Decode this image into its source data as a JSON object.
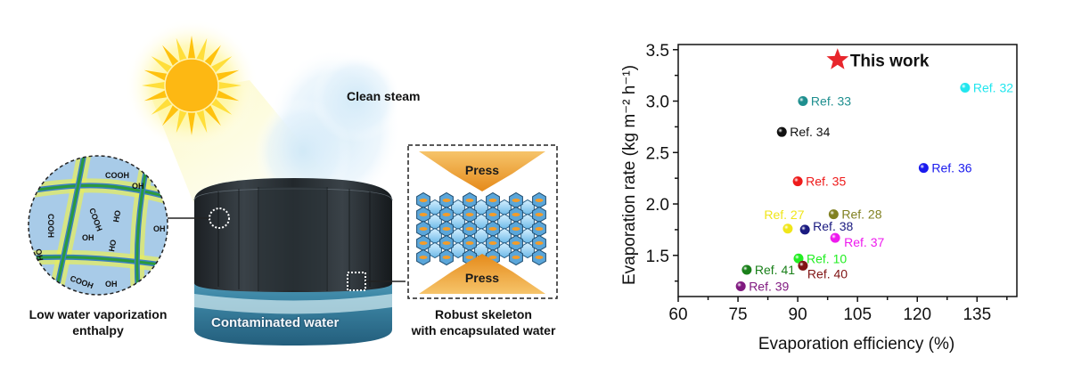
{
  "illustration": {
    "sun_icon": "sun-icon",
    "steam_label": "Clean steam",
    "water_label": "Contaminated water",
    "left_caption": [
      "Low water vaporization",
      "enthalpy"
    ],
    "right_caption": [
      "Robust skeleton",
      "with encapsulated water"
    ],
    "press_top": "Press",
    "press_bottom": "Press",
    "chem_groups": [
      "COOH",
      "OH",
      "COOH",
      "COOH",
      "OH",
      "OH",
      "HO",
      "OH",
      "HO",
      "COOH",
      "OH",
      "OH"
    ]
  },
  "chart_data": {
    "type": "scatter",
    "title": "",
    "xlabel": "Evaporation efficiency  (%)",
    "ylabel": "Evaporation rate (kg m⁻² h⁻¹)",
    "xlim": [
      60,
      145
    ],
    "ylim": [
      1.1,
      3.55
    ],
    "xticks": [
      60,
      75,
      90,
      105,
      120,
      135
    ],
    "xtick_labels": [
      "60",
      "75",
      "90",
      "105",
      "120",
      "135"
    ],
    "yticks": [
      1.5,
      2.0,
      2.5,
      3.0,
      3.5
    ],
    "ytick_labels": [
      "1.5",
      "2.0",
      "2.5",
      "3.0",
      "3.5"
    ],
    "grid": false,
    "highlight": {
      "label": "This work",
      "x": 100,
      "y": 3.4,
      "marker": "star",
      "color": "#e8262c"
    },
    "points": [
      {
        "label": "Ref. 32",
        "x": 132,
        "y": 3.13,
        "color": "#22e6ee",
        "label_side": "right"
      },
      {
        "label": "Ref. 33",
        "x": 91.3,
        "y": 3.0,
        "color": "#1f8f8f",
        "label_side": "right"
      },
      {
        "label": "Ref. 34",
        "x": 86,
        "y": 2.7,
        "color": "#111111",
        "label_side": "right"
      },
      {
        "label": "Ref. 36",
        "x": 121.6,
        "y": 2.35,
        "color": "#1a1aee",
        "label_side": "right"
      },
      {
        "label": "Ref. 35",
        "x": 90,
        "y": 2.22,
        "color": "#ee1a1a",
        "label_side": "right"
      },
      {
        "label": "Ref. 28",
        "x": 99,
        "y": 1.9,
        "color": "#808020",
        "label_side": "right"
      },
      {
        "label": "Ref. 27",
        "x": 87.5,
        "y": 1.76,
        "color": "#f0e61a",
        "label_side": "above"
      },
      {
        "label": "Ref. 38",
        "x": 91.8,
        "y": 1.75,
        "color": "#1a1a80",
        "label_side": "right-up"
      },
      {
        "label": "Ref. 37",
        "x": 99.4,
        "y": 1.67,
        "color": "#ee1aee",
        "label_side": "right-down"
      },
      {
        "label": "Ref. 10",
        "x": 90.2,
        "y": 1.47,
        "color": "#22ee22",
        "label_side": "right"
      },
      {
        "label": "Ref. 40",
        "x": 91.3,
        "y": 1.4,
        "color": "#801414",
        "label_side": "right-down"
      },
      {
        "label": "Ref. 41",
        "x": 77.2,
        "y": 1.36,
        "color": "#1a801a",
        "label_side": "right"
      },
      {
        "label": "Ref. 39",
        "x": 75.7,
        "y": 1.2,
        "color": "#801a80",
        "label_side": "right"
      }
    ]
  }
}
